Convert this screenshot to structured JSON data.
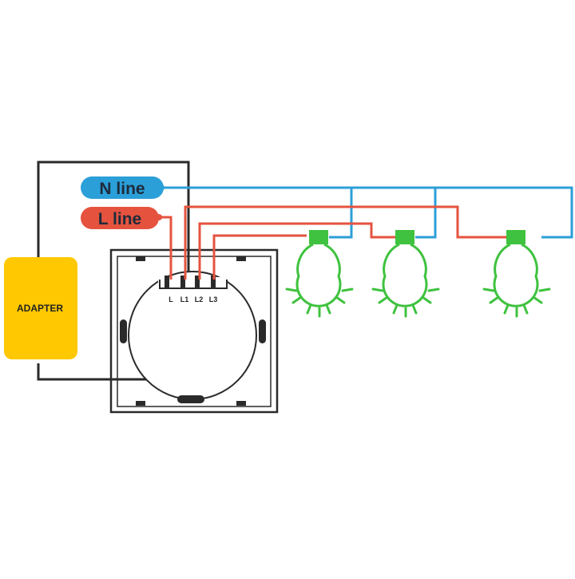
{
  "labels": {
    "n_line": "N line",
    "l_line": "L line",
    "adapter": "ADAPTER",
    "terminals": [
      "L",
      "L1",
      "L2",
      "L3"
    ]
  },
  "colors": {
    "neutral": "#2b9fd8",
    "live": "#e5533f",
    "bulb": "#3fc23f",
    "adapter": "#ffc800",
    "frame": "#2a2a2a",
    "background": "#ffffff"
  },
  "bulbs": [
    "bulb-1",
    "bulb-2",
    "bulb-3"
  ]
}
